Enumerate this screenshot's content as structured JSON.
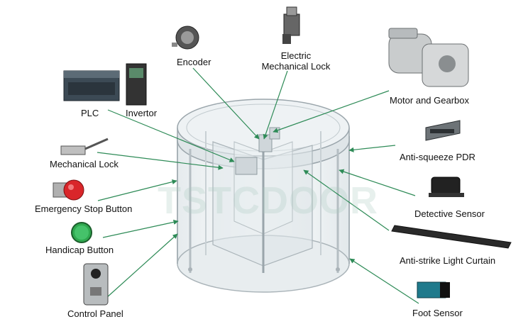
{
  "labels": {
    "encoder": "Encoder",
    "electric_lock_line1": "Electric",
    "electric_lock_line2": "Mechanical Lock",
    "motor": "Motor and Gearbox",
    "plc": "PLC",
    "invertor": "Invertor",
    "anti_squeeze": "Anti-squeeze PDR",
    "mechanical_lock": "Mechanical Lock",
    "detective_sensor": "Detective Sensor",
    "emergency_stop": "Emergency Stop Button",
    "handicap": "Handicap Button",
    "light_curtain": "Anti-strike Light Curtain",
    "control_panel": "Control Panel",
    "foot_sensor": "Foot Sensor"
  },
  "watermark": "TSTCDOOR",
  "colors": {
    "leader_line": "#2e8b57",
    "glass": "#c9d3d8",
    "frame": "#9aa5ab",
    "label": "#111111",
    "emergency_red": "#d9262a",
    "handicap_green": "#2fa84f",
    "foot_sensor_teal": "#1f7a8c"
  }
}
